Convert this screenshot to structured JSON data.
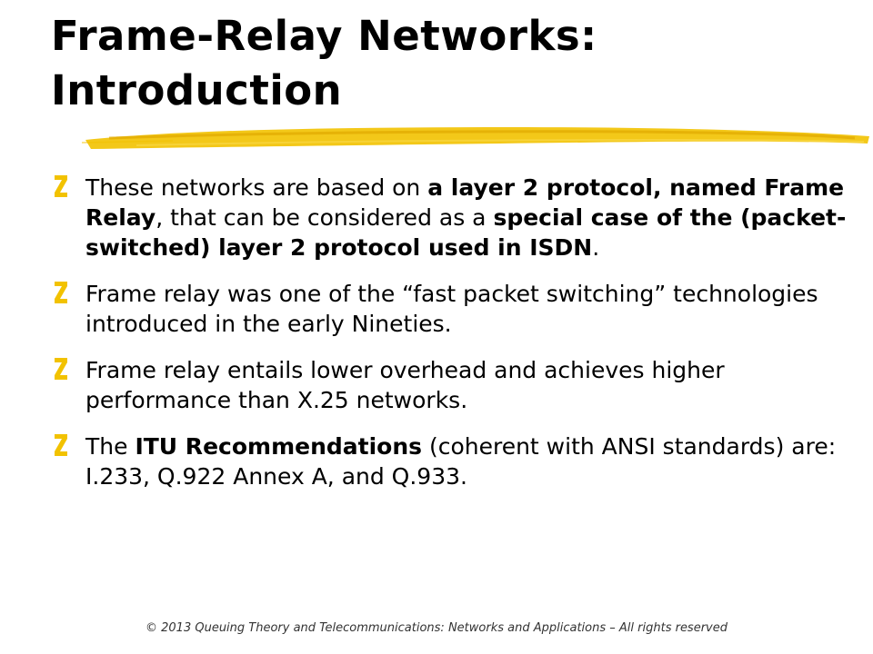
{
  "slide": {
    "title_line1": "Frame-Relay Networks:",
    "title_line2": "Introduction",
    "accent_color": "#F2C200",
    "bullet_icon": "z-bullet-icon"
  },
  "bullets": [
    {
      "parts": [
        {
          "t": "These networks are based on ",
          "b": false
        },
        {
          "t": "a layer 2 protocol, named Frame Relay",
          "b": true
        },
        {
          "t": ", that can be considered as a ",
          "b": false
        },
        {
          "t": "special case of the (packet-switched) layer 2 protocol used in ISDN",
          "b": true
        },
        {
          "t": ".",
          "b": false
        }
      ]
    },
    {
      "parts": [
        {
          "t": "Frame relay was one of the “fast packet switching” technologies introduced in the early Nineties.",
          "b": false
        }
      ]
    },
    {
      "parts": [
        {
          "t": "Frame relay entails lower overhead and achieves higher performance than X.25 networks.",
          "b": false
        }
      ]
    },
    {
      "parts": [
        {
          "t": "The ",
          "b": false
        },
        {
          "t": "ITU Recommendations",
          "b": true
        },
        {
          "t": " (coherent with  ANSI standards) are: I.233, Q.922 Annex A, and Q.933.",
          "b": false
        }
      ]
    }
  ],
  "footer": {
    "text": "© 2013 Queuing Theory and Telecommunications: Networks and Applications – All rights reserved"
  }
}
